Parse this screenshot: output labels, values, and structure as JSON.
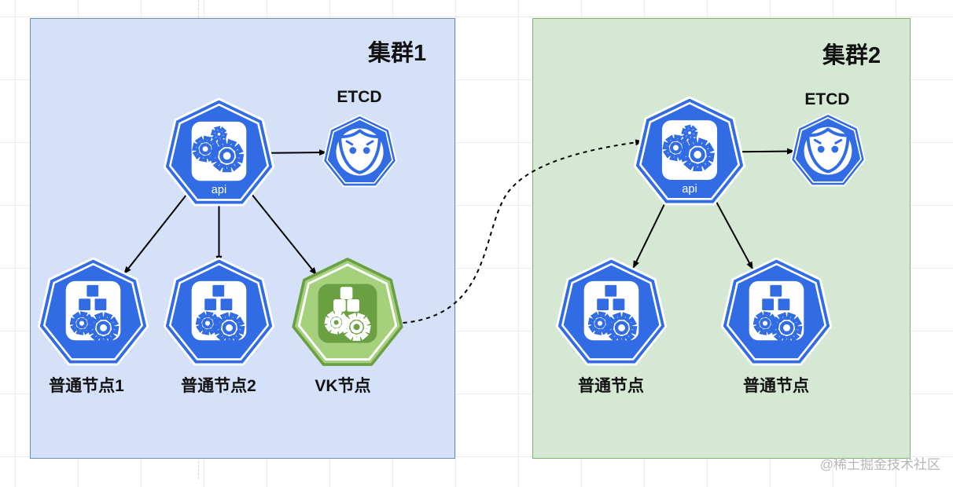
{
  "clusters": [
    {
      "id": "cluster1",
      "title": "集群1"
    },
    {
      "id": "cluster2",
      "title": "集群2"
    }
  ],
  "nodes": {
    "api1": {
      "kind": "api",
      "text": "api"
    },
    "etcd1": {
      "kind": "etcd",
      "label": "ETCD"
    },
    "node1": {
      "kind": "worker",
      "label": "普通节点1"
    },
    "node2": {
      "kind": "worker",
      "label": "普通节点2"
    },
    "vk": {
      "kind": "vk",
      "label": "VK节点"
    },
    "api2": {
      "kind": "api",
      "text": "api"
    },
    "etcd2": {
      "kind": "etcd",
      "label": "ETCD"
    },
    "node3": {
      "kind": "worker",
      "label": "普通节点"
    },
    "node4": {
      "kind": "worker",
      "label": "普通节点"
    }
  },
  "edges": [
    {
      "from": "api1",
      "to": "etcd1",
      "style": "solid"
    },
    {
      "from": "api1",
      "to": "node1",
      "style": "solid"
    },
    {
      "from": "api1",
      "to": "node2",
      "style": "solid"
    },
    {
      "from": "api1",
      "to": "vk",
      "style": "solid"
    },
    {
      "from": "vk",
      "to": "api2",
      "style": "dashed"
    },
    {
      "from": "api2",
      "to": "etcd2",
      "style": "solid"
    },
    {
      "from": "api2",
      "to": "node3",
      "style": "solid"
    },
    {
      "from": "api2",
      "to": "node4",
      "style": "solid"
    }
  ],
  "colors": {
    "kube_blue": "#326ce5",
    "vk_green": "#6a9f42",
    "vk_fill": "#a5d17d",
    "cluster1_fill": "#d4e1f8",
    "cluster2_fill": "#d5e8d4"
  },
  "watermark": "@稀土掘金技术社区"
}
